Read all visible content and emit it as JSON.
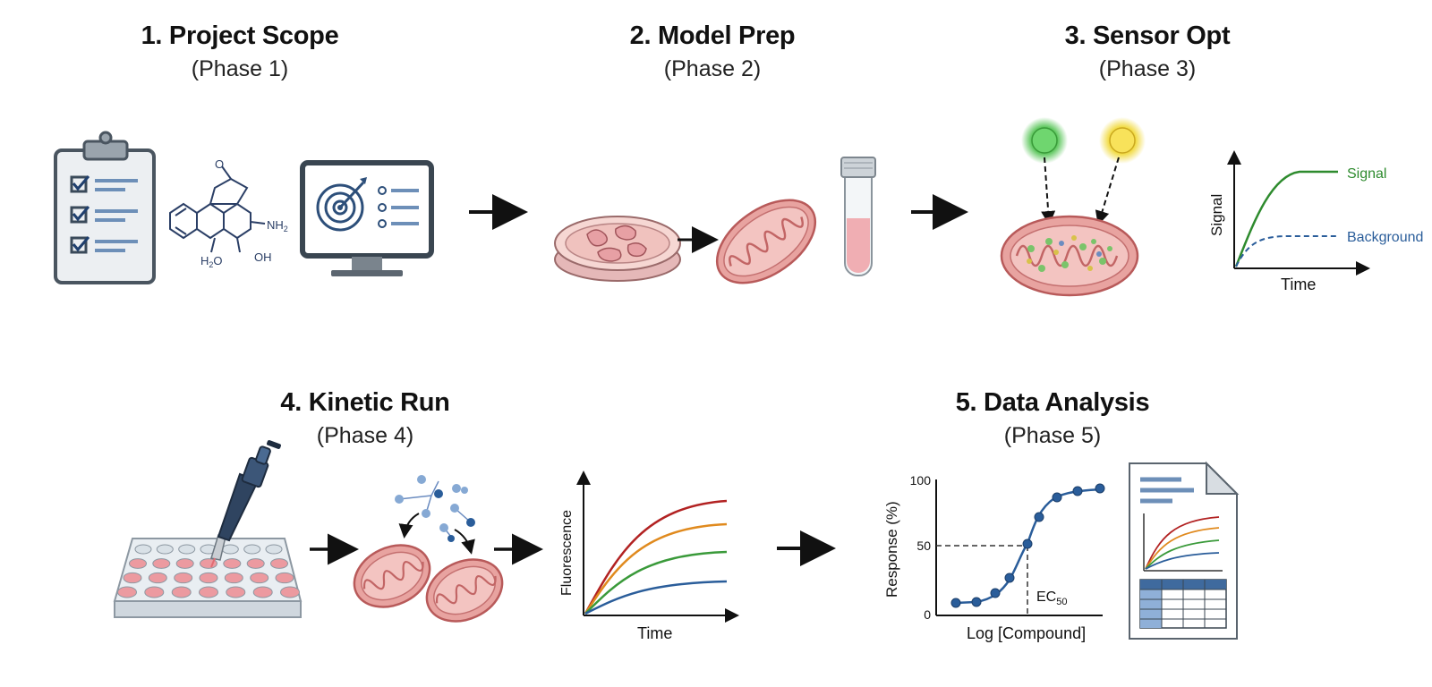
{
  "phases": [
    {
      "title": "1. Project Scope",
      "subtitle": "(Phase 1)"
    },
    {
      "title": "2. Model Prep",
      "subtitle": "(Phase 2)"
    },
    {
      "title": "3. Sensor Opt",
      "subtitle": "(Phase 3)"
    },
    {
      "title": "4. Kinetic Run",
      "subtitle": "(Phase 4)"
    },
    {
      "title": "5. Data Analysis",
      "subtitle": "(Phase 5)"
    }
  ],
  "chem": {
    "nh2": "NH",
    "nh2_sub": "2",
    "h2o": "H",
    "h2o_sub": "2",
    "h2o_o": "O",
    "oh": "OH",
    "o": "O"
  },
  "sensor_chart": {
    "signal": "Signal",
    "background": "Background",
    "ylabel": "Signal",
    "xlabel": "Time"
  },
  "kinetic_chart": {
    "ylabel": "Fluorescence",
    "xlabel": "Time"
  },
  "dose_chart": {
    "ylabel": "Response (%)",
    "xlabel": "Log [Compound]",
    "ticks": [
      "100",
      "50",
      "0"
    ],
    "ec": "EC",
    "ec_sub": "50"
  },
  "colors": {
    "signal": "#2e8b2e",
    "background": "#2a5d9a",
    "curve_red": "#b22222",
    "curve_orange": "#e08a1e",
    "curve_green": "#3a9a3a",
    "curve_blue": "#2a5d9a",
    "mito": "#e8a3a0",
    "mito_edge": "#b85a5a"
  },
  "icons": [
    "clipboard-icon",
    "chemical-structure-icon",
    "monitor-target-icon",
    "petri-dish-icon",
    "mitochondrion-icon",
    "test-tube-icon",
    "green-sensor-icon",
    "yellow-sensor-icon",
    "pipette-icon",
    "well-plate-icon",
    "molecules-icon",
    "report-document-icon"
  ]
}
